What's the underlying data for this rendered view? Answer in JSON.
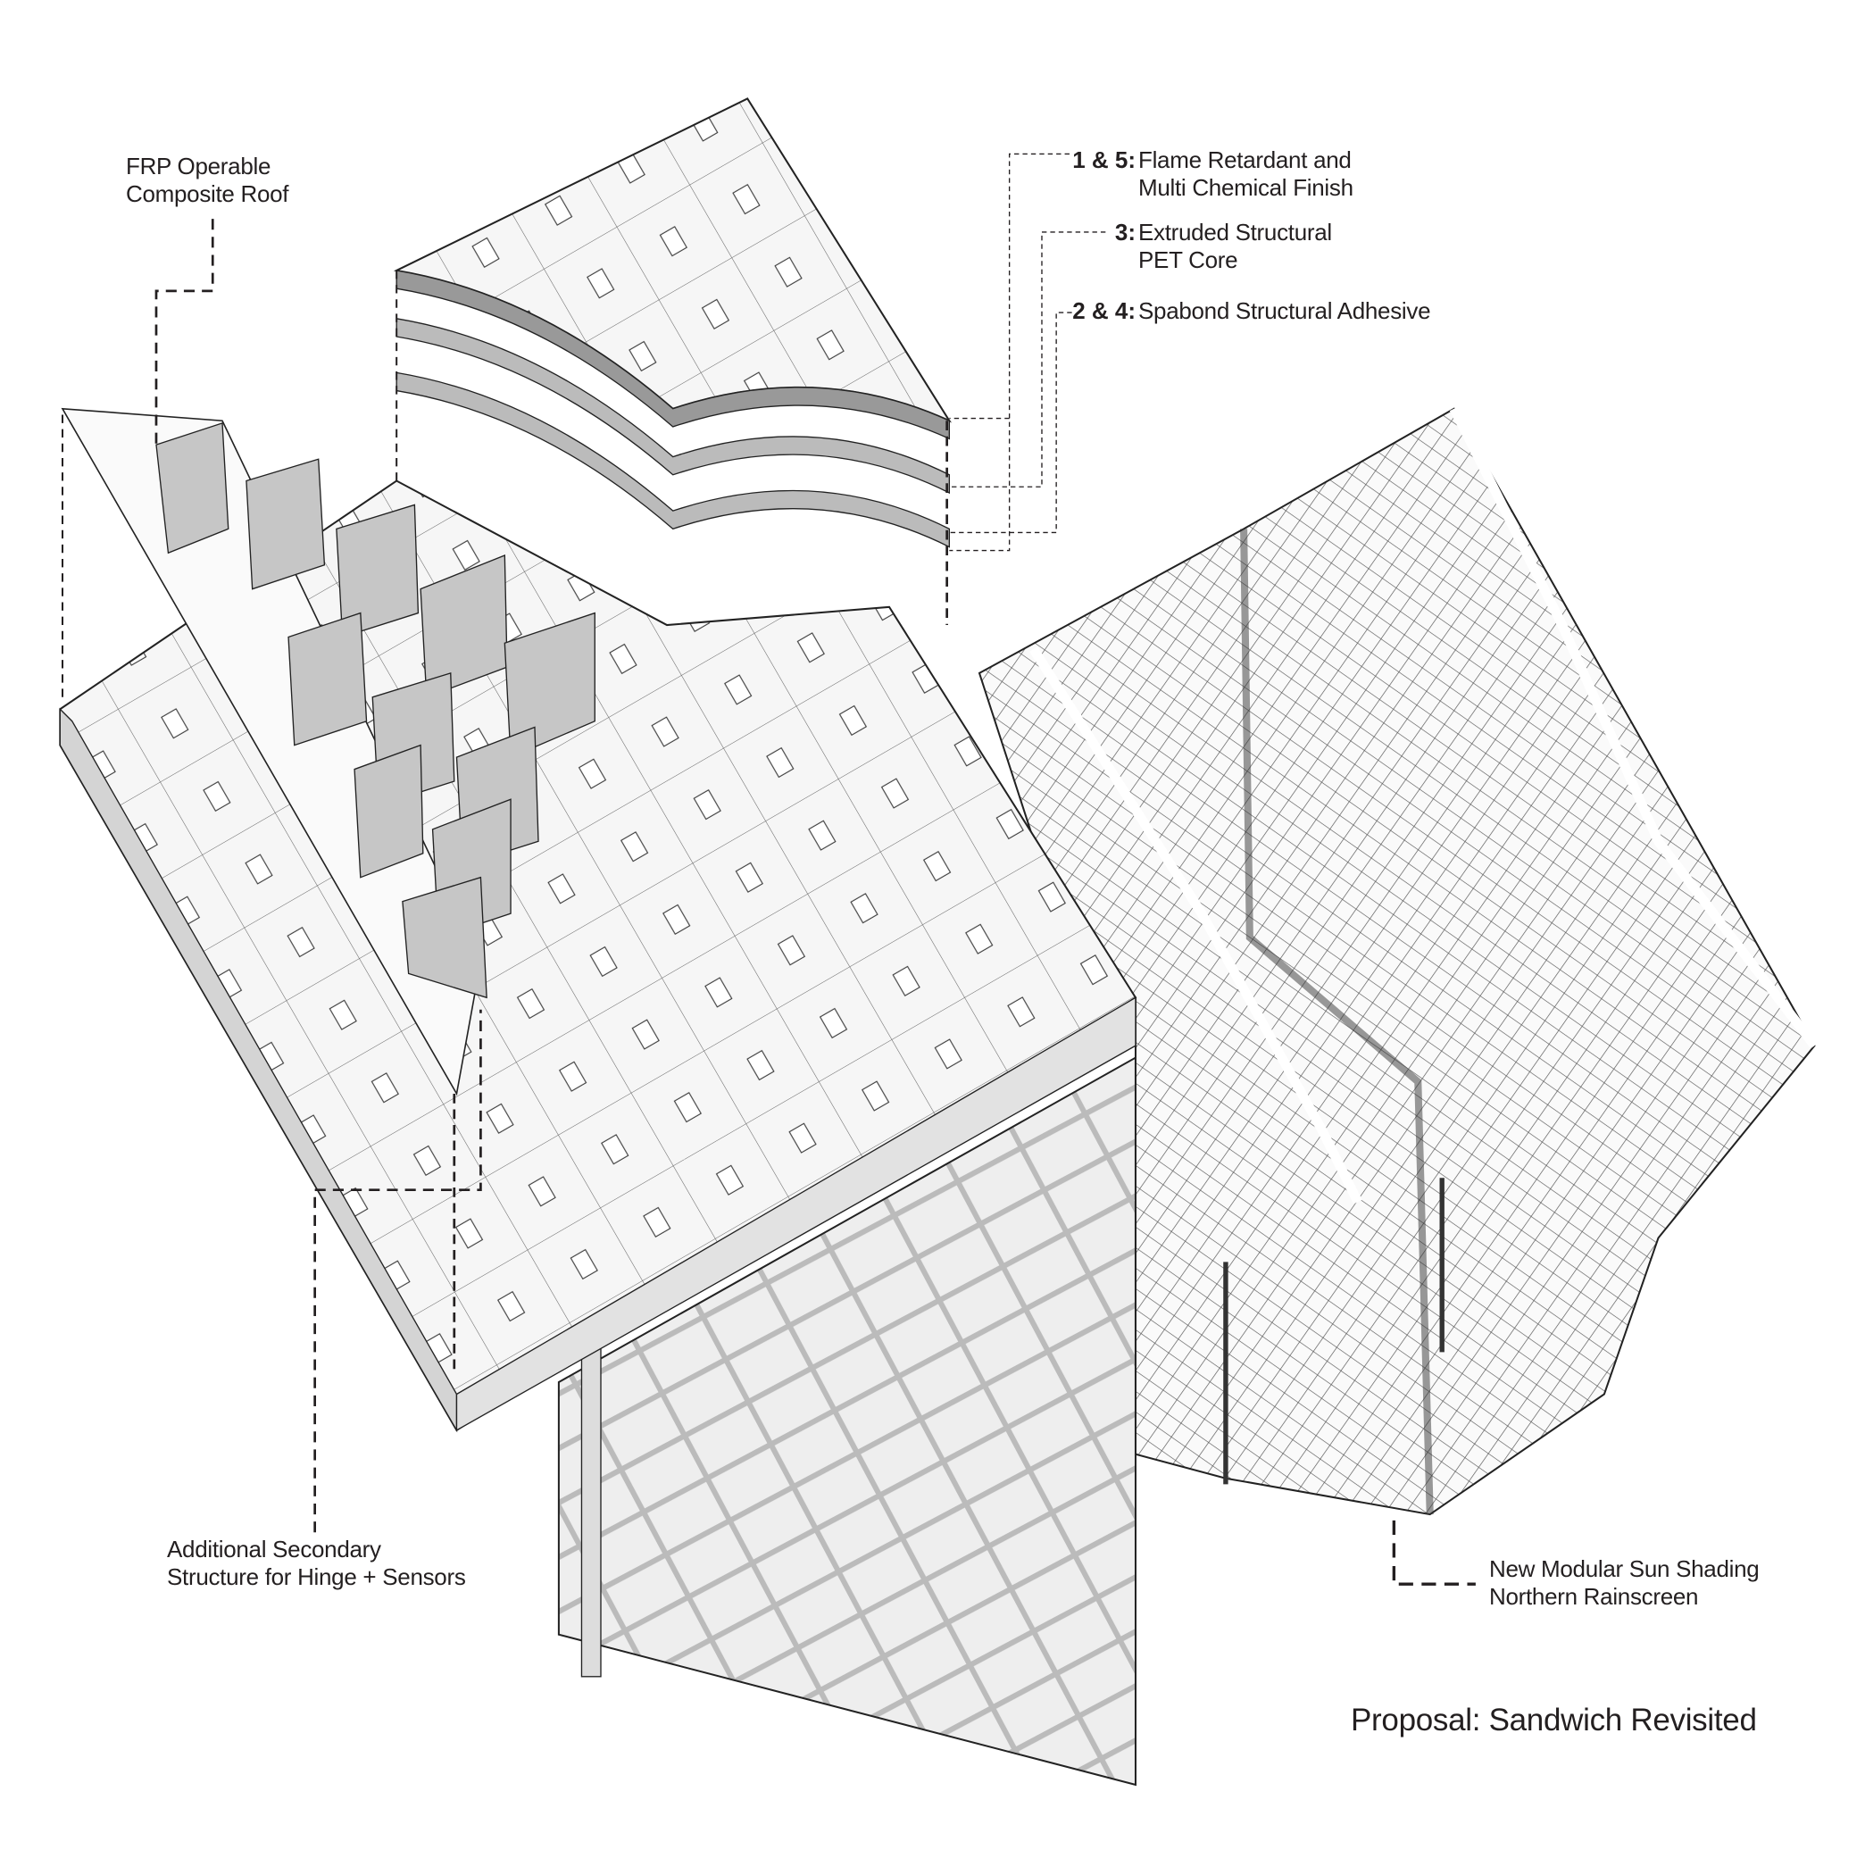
{
  "labels": {
    "roof": [
      "FRP Operable",
      "Composite Roof"
    ],
    "layers": [
      {
        "number": "1 & 5:",
        "lines": [
          "Flame Retardant and",
          "Multi Chemical Finish"
        ]
      },
      {
        "number": "3:",
        "lines": [
          "Extruded Structural",
          "PET Core"
        ]
      },
      {
        "number": "2 & 4:",
        "lines": [
          "Spabond Structural Adhesive"
        ]
      }
    ],
    "secondary": [
      "Additional Secondary",
      "Structure for Hinge + Sensors"
    ],
    "shading": [
      "New Modular Sun Shading",
      "Northern Rainscreen"
    ]
  },
  "title": "Proposal: Sandwich Revisited",
  "colors": {
    "ink": "#231f20",
    "panel": "#f4f4f4",
    "shade": "#bdbdbd",
    "glass": "#e6e6e6"
  }
}
